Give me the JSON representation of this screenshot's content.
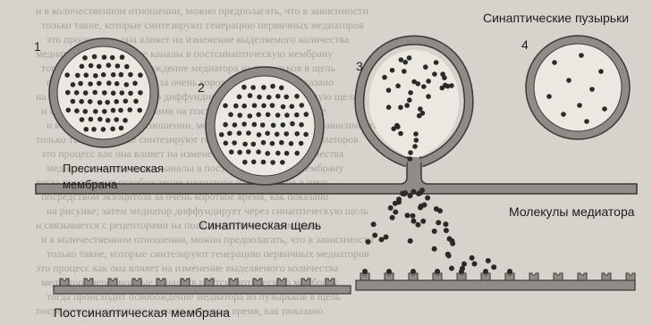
{
  "diagram": {
    "vesicle_numbers": [
      "1",
      "2",
      "3",
      "4"
    ],
    "labels": {
      "synaptic_vesicles": "Синаптические пузырьки",
      "presynaptic_membrane": "Пресинаптическая\nмембрана",
      "synaptic_cleft": "Синаптическая щель",
      "mediator_molecules": "Молекулы медиатора",
      "postsynaptic_membrane": "Постсинаптическая мембрана"
    },
    "background_page_text": [
      "и в количественном отношении, можно предполагать, что в зависимости",
      "только такие, которые синтезируют генерацию первичных медиаторов",
      "это процесс как она влияет на изменение выделяемого количества",
      "медиатора через ионные каналы в постсинаптическую мембрану",
      "тогда происходит освобождение медиатора из пузырьков в щель",
      "посредством экзоцитоза за очень короткое время, как показано",
      "на рисунке; затем медиатор диффундирует через синаптическую щель",
      "и связывается с рецепторами на постсинаптической мембране"
    ],
    "colors": {
      "membrane_fill": "#8f8c87",
      "membrane_stroke": "#3a3835",
      "vesicle_fill": "#ebe8e2",
      "dot": "#2b2a28"
    }
  }
}
